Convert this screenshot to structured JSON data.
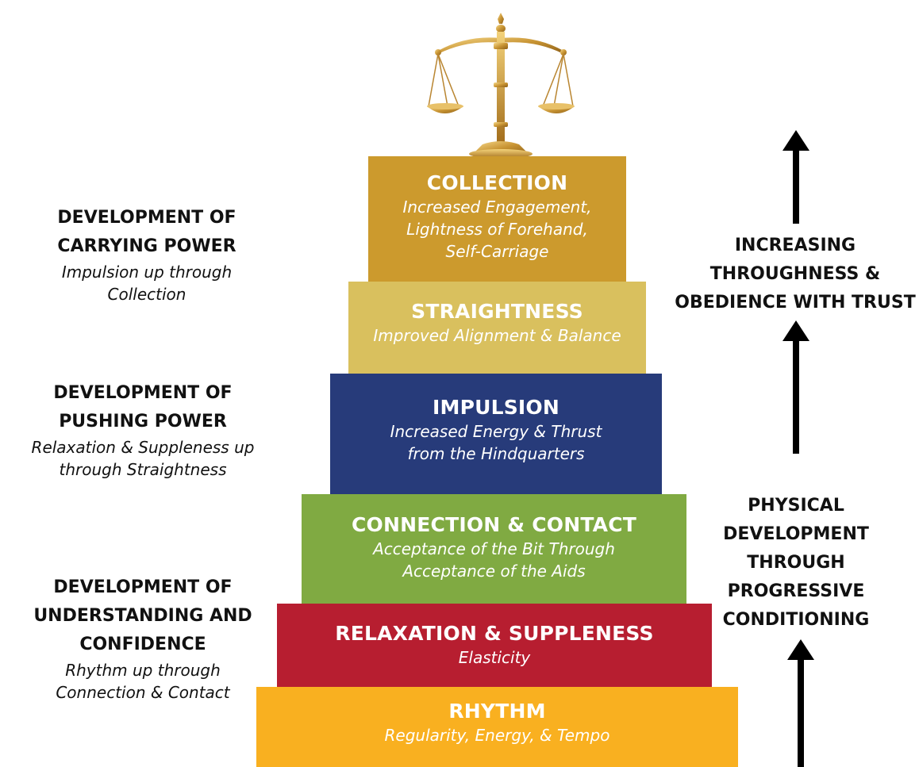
{
  "pyramid": {
    "tiers": [
      {
        "title": "COLLECTION",
        "subtitle_lines": [
          "Increased Engagement,",
          "Lightness of Forehand,",
          "Self-Carriage"
        ],
        "color": "#CC9A2D"
      },
      {
        "title": "STRAIGHTNESS",
        "subtitle_lines": [
          "Improved Alignment & Balance"
        ],
        "color": "#D9C05E"
      },
      {
        "title": "IMPULSION",
        "subtitle_lines": [
          "Increased Energy & Thrust",
          "from the Hindquarters"
        ],
        "color": "#273B7A"
      },
      {
        "title": "CONNECTION & CONTACT",
        "subtitle_lines": [
          "Acceptance of the Bit Through",
          "Acceptance of the Aids"
        ],
        "color": "#80AA42"
      },
      {
        "title": "RELAXATION & SUPPLENESS",
        "subtitle_lines": [
          "Elasticity"
        ],
        "color": "#B71E30"
      },
      {
        "title": "RHYTHM",
        "subtitle_lines": [
          "Regularity, Energy, & Tempo"
        ],
        "color": "#F9B020"
      }
    ]
  },
  "left": {
    "carrying": {
      "heading_lines": [
        "DEVELOPMENT OF",
        "CARRYING POWER"
      ],
      "sub_lines": [
        "Impulsion up through",
        "Collection"
      ]
    },
    "pushing": {
      "heading_lines": [
        "DEVELOPMENT OF",
        "PUSHING POWER"
      ],
      "sub_lines": [
        "Relaxation & Suppleness up",
        "through Straightness"
      ]
    },
    "understanding": {
      "heading_lines": [
        "DEVELOPMENT OF",
        "UNDERSTANDING AND",
        "CONFIDENCE"
      ],
      "sub_lines": [
        "Rhythm up through",
        "Connection & Contact"
      ]
    }
  },
  "right": {
    "throughness": {
      "heading_lines": [
        "INCREASING",
        "THROUGHNESS &",
        "OBEDIENCE WITH TRUST"
      ]
    },
    "physical": {
      "heading_lines": [
        "PHYSICAL",
        "DEVELOPMENT",
        "THROUGH",
        "PROGRESSIVE",
        "CONDITIONING"
      ]
    }
  },
  "icons": {
    "top": "scales-of-justice-icon",
    "arrows": "arrow-up-icon"
  }
}
